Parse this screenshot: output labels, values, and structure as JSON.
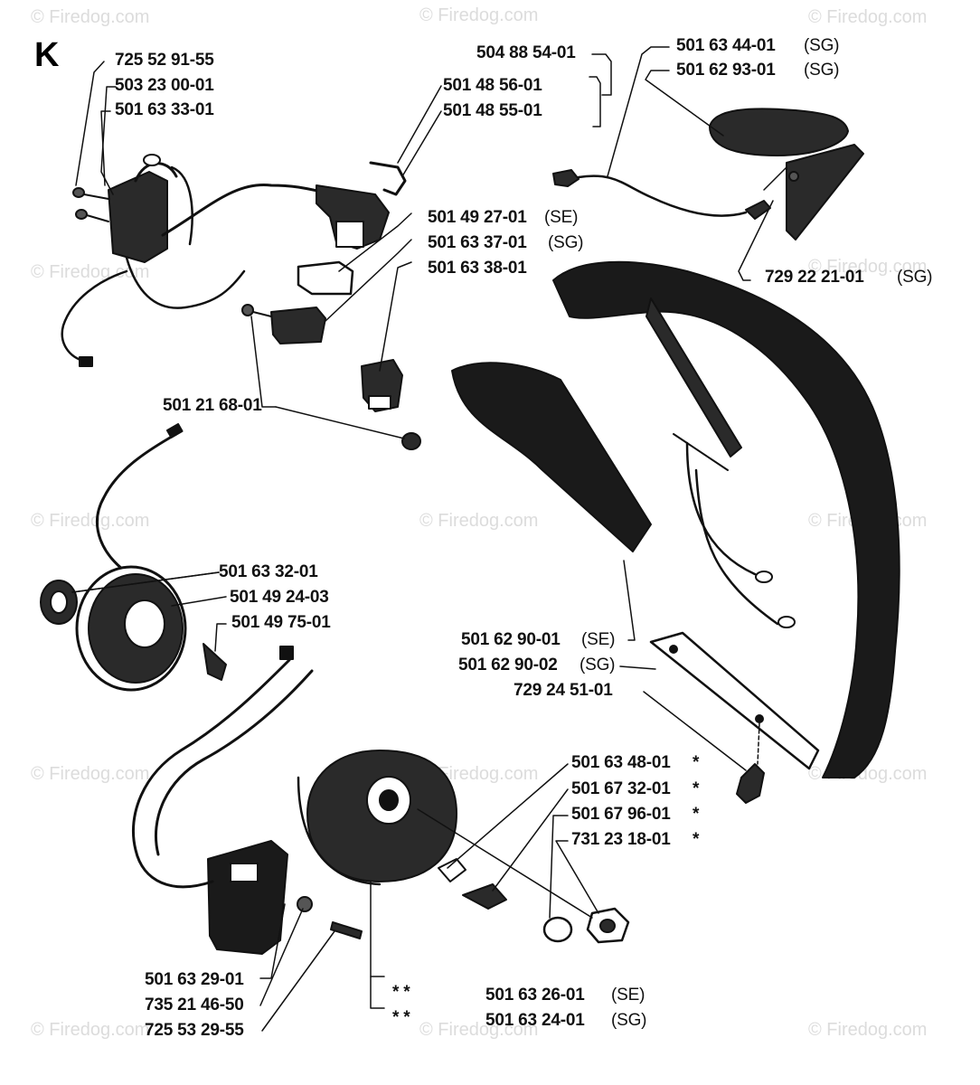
{
  "section_letter": "K",
  "watermark": "© Firedog.com",
  "labels": {
    "p725529155": "725 52 91-55",
    "p503230001": "503 23 00-01",
    "p501633301": "501 63 33-01",
    "p504885401": "504 88 54-01",
    "p501485601": "501 48 56-01",
    "p501485501": "501 48 55-01",
    "p501634401": "501 63 44-01",
    "p501634401_sfx": "(SG)",
    "p501629301": "501 62 93-01",
    "p501629301_sfx": "(SG)",
    "p501492701": "501 49 27-01",
    "p501492701_sfx": "(SE)",
    "p501633701": "501 63 37-01",
    "p501633701_sfx": "(SG)",
    "p501633801": "501 63 38-01",
    "p729222101": "729 22 21-01",
    "p729222101_sfx": "(SG)",
    "p501216801": "501 21 68-01",
    "p501633201": "501 63 32-01",
    "p501492403": "501 49 24-03",
    "p501497501": "501 49 75-01",
    "p501629001": "501 62 90-01",
    "p501629001_sfx": "(SE)",
    "p501629002": "501 62 90-02",
    "p501629002_sfx": "(SG)",
    "p729245101": "729 24 51-01",
    "p501634801": "501 63 48-01",
    "p501673201": "501 67 32-01",
    "p501679601": "501 67 96-01",
    "p731231801": "731 23 18-01",
    "asterisk": "*",
    "p501632901": "501 63 29-01",
    "p735214650": "735 21 46-50",
    "p725532955": "725 53 29-55",
    "p501632601": "501 63 26-01",
    "p501632601_sfx": "(SE)",
    "p501632401": "501 63 24-01",
    "p501632401_sfx": "(SG)",
    "double_asterisk": "* *"
  },
  "colors": {
    "ink": "#111111",
    "part_fill": "#2a2a2a",
    "watermark": "#dcdcdc"
  }
}
